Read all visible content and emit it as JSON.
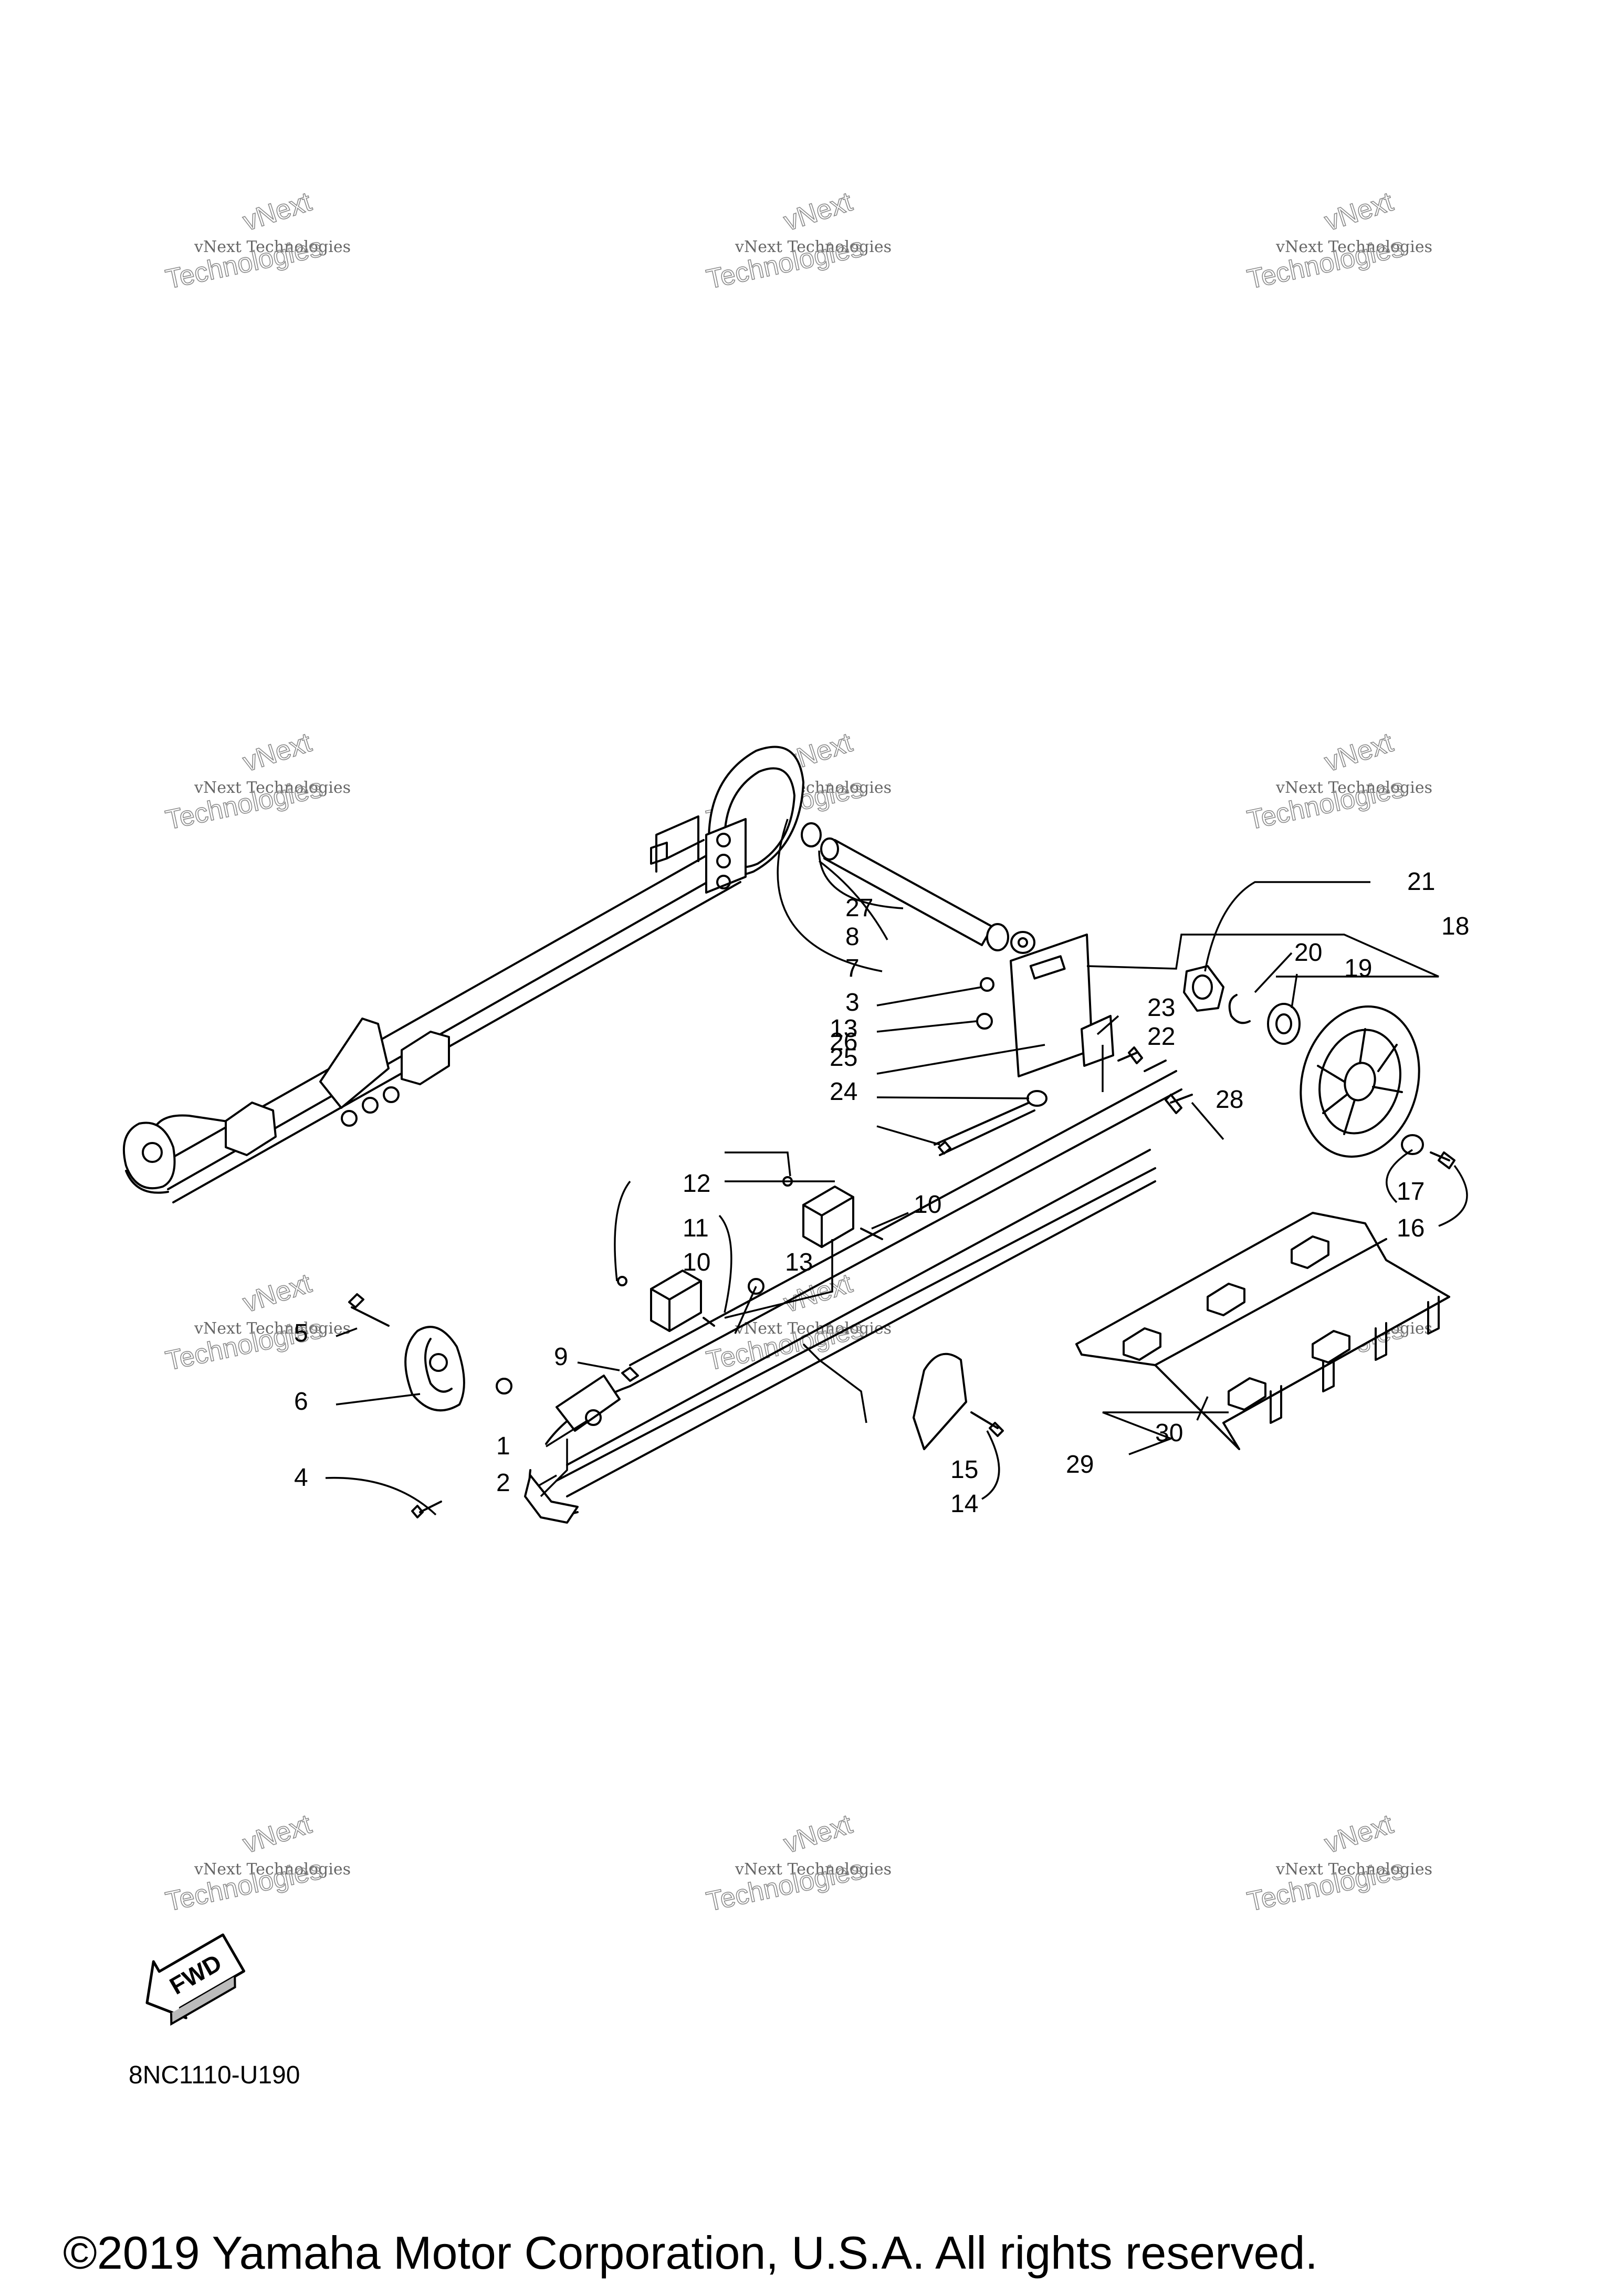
{
  "diagram": {
    "code": "8NC1110-U190",
    "copyright": "©2019 Yamaha Motor Corporation, U.S.A. All rights reserved.",
    "fwd_label": "FWD",
    "watermark": {
      "line1": "vNext Technologies",
      "line2": "vNext",
      "line3": "Technologies"
    },
    "callouts": {
      "c1": "1",
      "c2": "2",
      "c3": "3",
      "c4": "4",
      "c5": "5",
      "c6": "6",
      "c7": "7",
      "c8": "8",
      "c9": "9",
      "c10a": "10",
      "c10b": "10",
      "c11": "11",
      "c12": "12",
      "c13a": "13",
      "c13b": "13",
      "c14": "14",
      "c15": "15",
      "c16": "16",
      "c17": "17",
      "c18": "18",
      "c19": "19",
      "c20": "20",
      "c21": "21",
      "c22": "22",
      "c23": "23",
      "c24": "24",
      "c25": "25",
      "c26": "26",
      "c27": "27",
      "c28": "28",
      "c29": "29",
      "c30": "30"
    }
  }
}
